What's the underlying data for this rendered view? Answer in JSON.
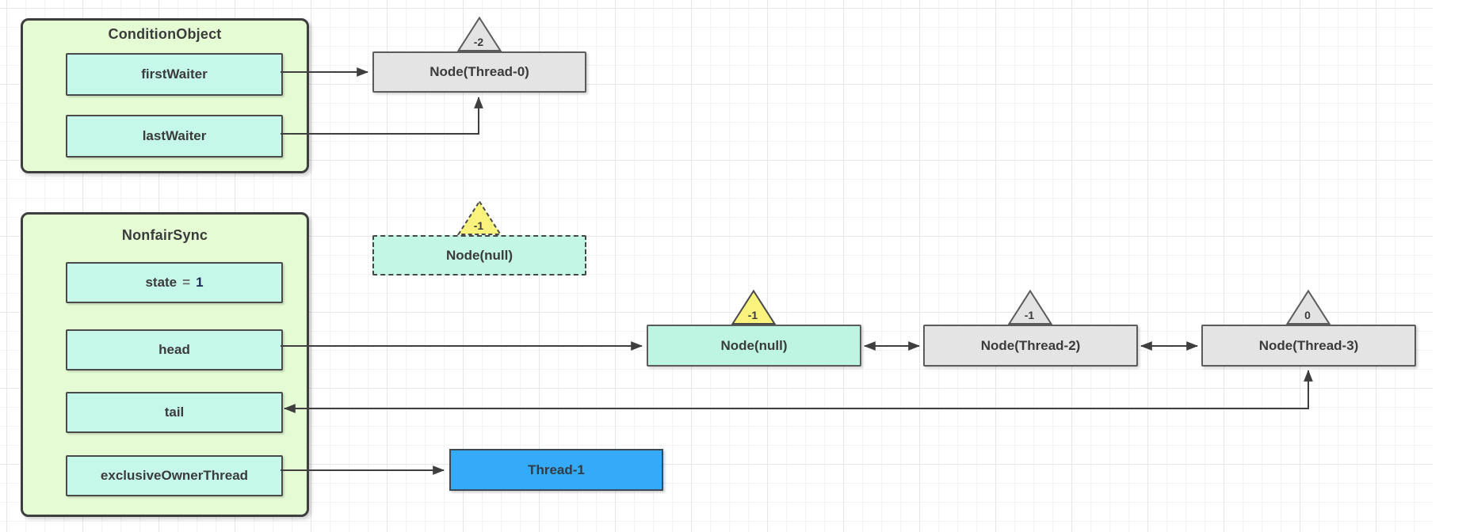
{
  "diagram": {
    "condition_object": {
      "title": "ConditionObject",
      "fields": {
        "first_waiter": "firstWaiter",
        "last_waiter": "lastWaiter"
      }
    },
    "nonfair_sync": {
      "title": "NonfairSync",
      "state": {
        "label": "state",
        "operator": "=",
        "value": "1"
      },
      "fields": {
        "head": "head",
        "tail": "tail",
        "owner": "exclusiveOwnerThread"
      }
    },
    "nodes": {
      "thread0": {
        "label": "Node(Thread-0)",
        "wait_status": "-2"
      },
      "null_condition": {
        "label": "Node(null)",
        "wait_status": "-1"
      },
      "null_head": {
        "label": "Node(null)",
        "wait_status": "-1"
      },
      "thread2": {
        "label": "Node(Thread-2)",
        "wait_status": "-1"
      },
      "thread3": {
        "label": "Node(Thread-3)",
        "wait_status": "0"
      }
    },
    "thread_box": {
      "label": "Thread-1"
    },
    "colors": {
      "group_fill": "#e4fbd4",
      "field_fill": "#c6f8ea",
      "node_gray_fill": "#e4e4e4",
      "node_mint_fill": "#bdf5e2",
      "triangle_yellow": "#f9f37e",
      "triangle_gray": "#e3e3e3",
      "thread_blue": "#35aaf7",
      "line_color": "#3f3f3f",
      "state_value_color": "#1c2b55"
    }
  }
}
